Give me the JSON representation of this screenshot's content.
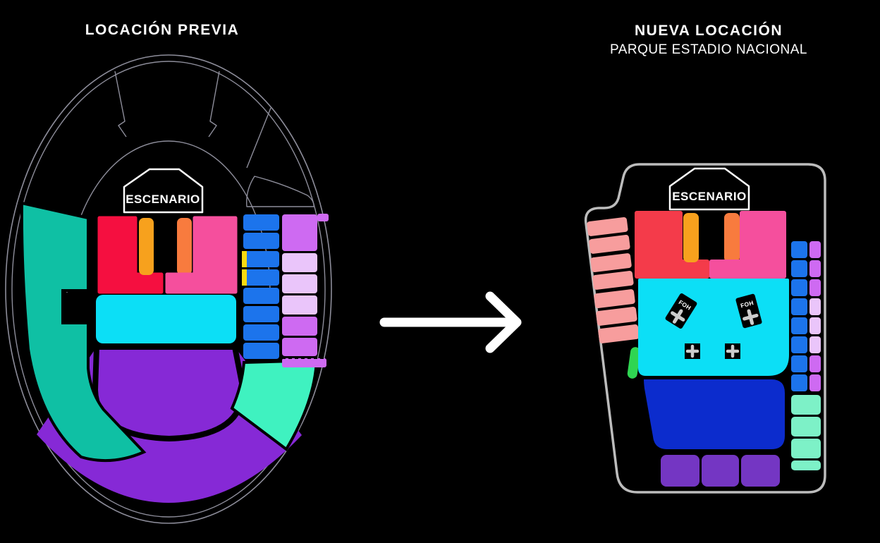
{
  "previous_location": {
    "title": "LOCACIÓN PREVIA",
    "stage_label": "ESCENARIO"
  },
  "new_location": {
    "title": "NUEVA LOCACIÓN",
    "subtitle": "PARQUE ESTADIO NACIONAL",
    "stage_label": "ESCENARIO",
    "foh_tower_label": "FOH"
  },
  "transition": {
    "arrow_icon": "right-arrow"
  },
  "colors": {
    "background": "#000000",
    "text": "#ffffff",
    "map_outline_previous": "#8d8d9a",
    "map_outline_new": "#bcbcbc",
    "stage_border": "#ffffff",
    "stage_fill": "#000000",
    "teal": "#0fc0a4",
    "mint": "#3ff2c0",
    "red_previous": "#f50f40",
    "red_new": "#f43b4a",
    "orange": "#f7a11d",
    "orange_dark": "#f87b3e",
    "pink": "#f54f9d",
    "cyan": "#0cdff6",
    "purple": "#8629d6",
    "blue_row": "#1c74ec",
    "yellow": "#f8da10",
    "violet": "#ce6af2",
    "violet_light": "#eac5fa",
    "salmon": "#f79d9d",
    "blue_royal": "#0c2ccd",
    "purple_box": "#7436c3",
    "mint_row": "#7df1c7",
    "green_pill": "#2fd552",
    "icon_cross": "#cccccc",
    "arrow": "#ffffff"
  }
}
